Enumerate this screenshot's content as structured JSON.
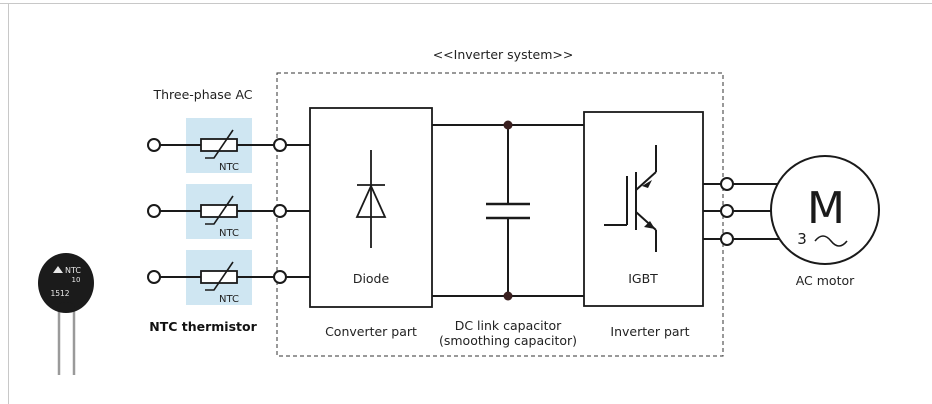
{
  "labels": {
    "system_title": "<<Inverter system>>",
    "input_label": "Three-phase AC",
    "ntc_label": "NTC",
    "thermistor_caption": "NTC thermistor",
    "diode_label": "Diode",
    "converter_caption": "Converter part",
    "dc_link_line1": "DC link capacitor",
    "dc_link_line2": "(smoothing capacitor)",
    "igbt_label": "IGBT",
    "inverter_caption": "Inverter part",
    "motor_letter": "M",
    "motor_phase": "3",
    "motor_caption": "AC motor",
    "component_brand": "NTC",
    "component_value": "10",
    "component_code": "1512"
  },
  "colors": {
    "line": "#1a1a1a",
    "ntc_highlight": "#cfe6f2",
    "component_body": "#1b1b1b",
    "frame": "#c8c8c8"
  }
}
